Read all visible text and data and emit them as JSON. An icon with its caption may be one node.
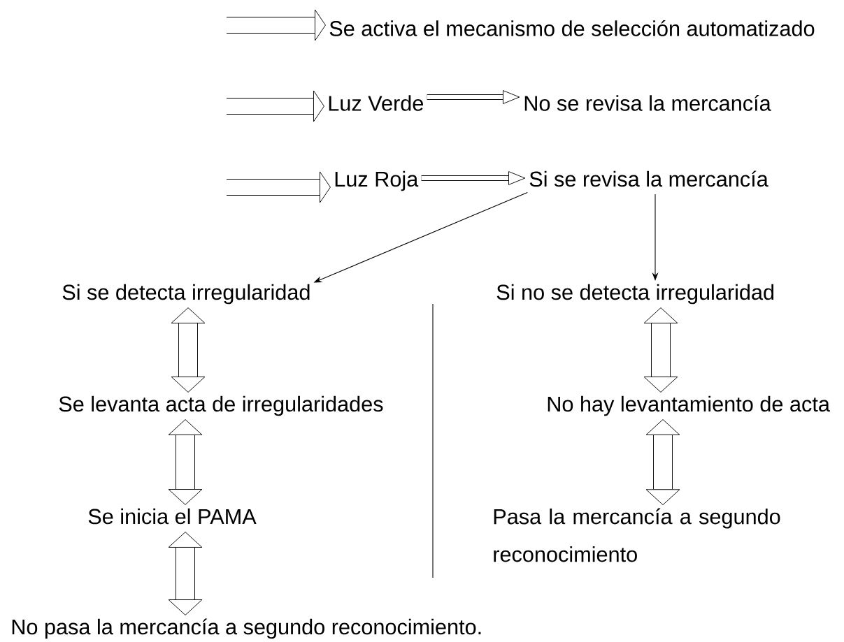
{
  "diagram": {
    "nodes": [
      {
        "text": [
          "Se activa el mecanismo de selección automatizado"
        ]
      },
      {
        "text": [
          "Luz Verde"
        ]
      },
      {
        "text": [
          "No se revisa la mercancía"
        ]
      },
      {
        "text": [
          "Luz Roja"
        ]
      },
      {
        "text": [
          "Si se revisa la mercancía"
        ]
      },
      {
        "text": [
          "Si se detecta irregularidad"
        ]
      },
      {
        "text": [
          "Si no se detecta irregularidad"
        ]
      },
      {
        "text": [
          "Se levanta acta de irregularidades"
        ]
      },
      {
        "text": [
          "No hay levantamiento de acta"
        ]
      },
      {
        "text": [
          "Se inicia el PAMA"
        ]
      },
      {
        "text": [
          "Pasa la mercancía a segundo reconocimiento"
        ]
      },
      {
        "text": [
          "No pasa la mercancía a segundo  reconocimiento."
        ]
      }
    ],
    "edges": [
      {
        "from": null,
        "to": 0,
        "arrow": "to"
      },
      {
        "from": null,
        "to": 1,
        "arrow": "to"
      },
      {
        "from": null,
        "to": 3,
        "arrow": "to"
      },
      {
        "from": 1,
        "to": 2,
        "arrow": "to"
      },
      {
        "from": 3,
        "to": 4,
        "arrow": "to"
      },
      {
        "from": 4,
        "to": 5,
        "arrow": "to"
      },
      {
        "from": 4,
        "to": 6,
        "arrow": "to"
      },
      {
        "from": 5,
        "to": 7,
        "arrow": "both"
      },
      {
        "from": 7,
        "to": 9,
        "arrow": "both"
      },
      {
        "from": 9,
        "to": 11,
        "arrow": "both"
      },
      {
        "from": 6,
        "to": 8,
        "arrow": "both"
      },
      {
        "from": 8,
        "to": 10,
        "arrow": "both"
      }
    ]
  }
}
